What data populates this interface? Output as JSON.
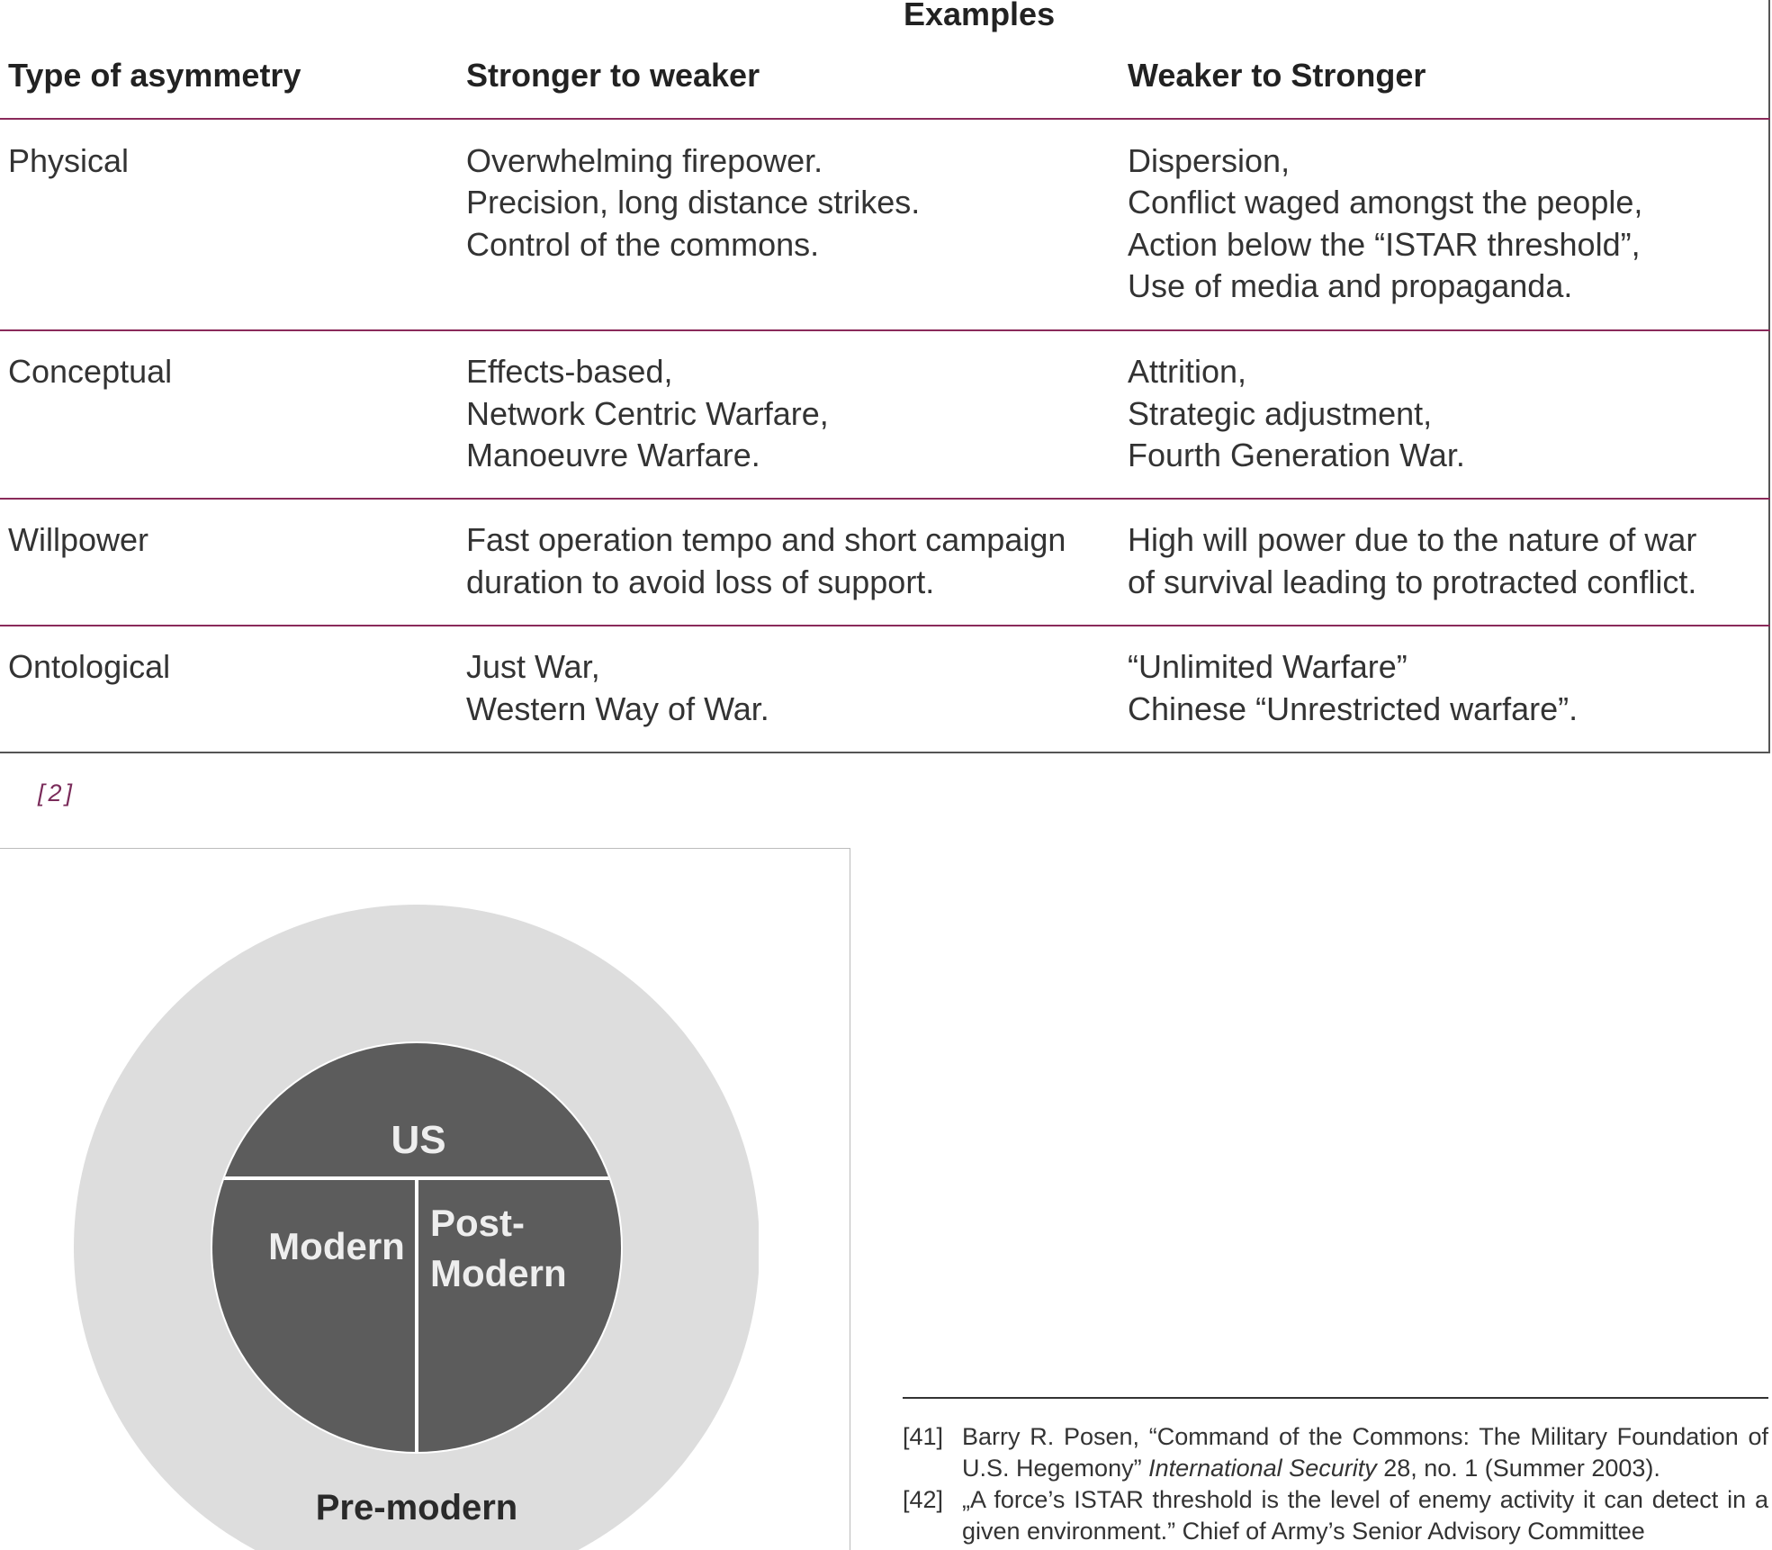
{
  "table": {
    "group_header": "Examples",
    "columns": [
      "Type of asymmetry",
      "Stronger to weaker",
      "Weaker to Stronger"
    ],
    "rows": [
      {
        "type": "Physical",
        "stronger": [
          "Overwhelming firepower.",
          "Precision, long distance strikes.",
          "Control of the commons."
        ],
        "weaker": [
          "Dispersion,",
          "Conflict waged amongst the people,",
          "Action below the “ISTAR threshold”,",
          "Use of media and propaganda."
        ]
      },
      {
        "type": "Conceptual",
        "stronger": [
          "Effects-based,",
          "Network Centric Warfare,",
          "Manoeuvre Warfare."
        ],
        "weaker": [
          "Attrition,",
          "Strategic adjustment,",
          "Fourth Generation War."
        ]
      },
      {
        "type": "Willpower",
        "stronger": [
          "Fast operation tempo and short campaign",
          "duration to avoid loss of support."
        ],
        "weaker": [
          "High will power due to the nature of war",
          "of survival leading to protracted conflict."
        ]
      },
      {
        "type": "Ontological",
        "stronger": [
          "Just War,",
          "Western Way of War."
        ],
        "weaker": [
          "“Unlimited Warfare”",
          "Chinese “Unrestricted warfare”."
        ]
      }
    ]
  },
  "citation": "[2]",
  "figure": {
    "labels": {
      "us": "US",
      "modern": "Modern",
      "post_modern_line1": "Post-",
      "post_modern_line2": "Modern",
      "pre_modern": "Pre-modern"
    },
    "colors": {
      "outer": "#dddddd",
      "inner": "#5c5c5c",
      "inner_text": "#eeeeee",
      "outer_text": "#2a2a2a"
    }
  },
  "footnotes": [
    {
      "number": "[41]",
      "text_before": "Barry R. Posen, “Command of the Commons: The Military Foundation of U.S. Hegemony” ",
      "journal": "International Security",
      "text_after": " 28, no. 1 (Summer 2003)."
    },
    {
      "number": "[42]",
      "text": "„A force’s ISTAR threshold is the level of enemy activity it can detect in a given environment.” Chief of Army’s Senior Advisory Committee"
    }
  ],
  "colors": {
    "row_separator": "#8a2a5a",
    "citation": "#7a2b5a"
  }
}
